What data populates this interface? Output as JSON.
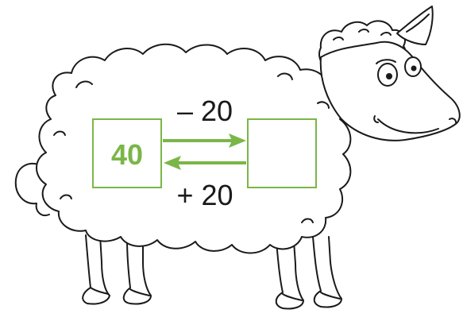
{
  "puzzle": {
    "left_value": "40",
    "right_value": "",
    "top_operation": "– 20",
    "bottom_operation": "+ 20"
  },
  "colors": {
    "accent": "#7ab648",
    "outline": "#1a1a1a",
    "text": "#1a1a1a",
    "background": "#ffffff"
  },
  "icons": {
    "illustration": "sheep-illustration",
    "forward_arrow": "arrow-right-icon",
    "back_arrow": "arrow-left-icon"
  }
}
